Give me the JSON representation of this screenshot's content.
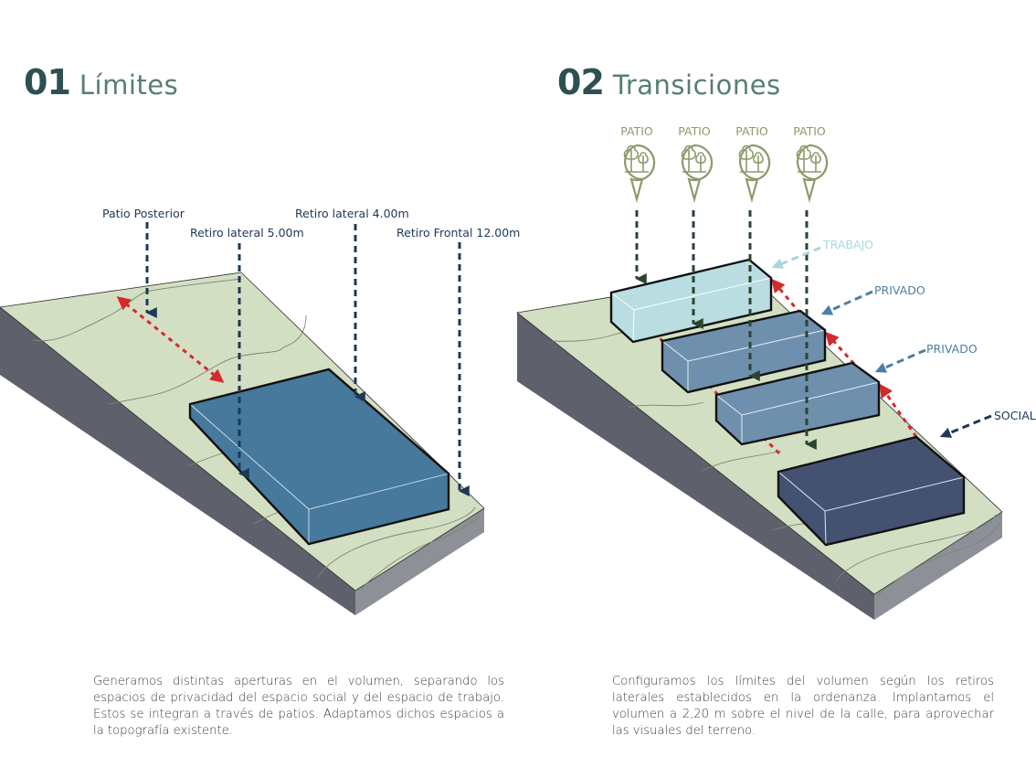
{
  "panels": [
    {
      "number": "01",
      "title": "Límites",
      "labels": [
        {
          "text": "Patio Posterior"
        },
        {
          "text": "Retiro lateral 5.00m"
        },
        {
          "text": "Retiro lateral 4.00m"
        },
        {
          "text": "Retiro Frontal 12.00m"
        }
      ],
      "description": "Generamos distintas aperturas en el volumen, separando los espacios de privacidad del espacio social y del espacio de trabajo. Estos se integran a través de patios. Adaptamos dichos espacios a la topografía existente."
    },
    {
      "number": "02",
      "title": "Transiciones",
      "patios": [
        {
          "label": "PATIO",
          "icon": "trees-pin-icon"
        },
        {
          "label": "PATIO",
          "icon": "trees-pin-icon"
        },
        {
          "label": "PATIO",
          "icon": "trees-pin-icon"
        },
        {
          "label": "PATIO",
          "icon": "trees-pin-icon"
        }
      ],
      "zones": [
        {
          "label": "TRABAJO",
          "color": "#a9d6dc"
        },
        {
          "label": "PRIVADO",
          "color": "#4c7fa3"
        },
        {
          "label": "PRIVADO",
          "color": "#4c7fa3"
        },
        {
          "label": "SOCIAL",
          "color": "#1e3857"
        }
      ],
      "description": "Configuramos los límites del volumen según los retiros laterales establecidos en la ordenanza. Implantamos el volumen a 2,20 m sobre el nivel de la calle, para aprovechar las visuales del terreno."
    }
  ],
  "colors": {
    "heading_number": "#2f5052",
    "heading_title": "#567f72",
    "terrain_top": "#d3dfc2",
    "terrain_side_dark": "#5e606c",
    "terrain_side_light": "#8e9098",
    "volume_main": "#46799c",
    "volume_trabajo": "#b9dde0",
    "volume_privado": "#6e90ad",
    "volume_social": "#445272",
    "setback_arrow": "#d42a2a",
    "limit_arrow": "#1e3857",
    "patio_arrow": "#2b4430",
    "patio_icon": "#8c9a6b"
  }
}
